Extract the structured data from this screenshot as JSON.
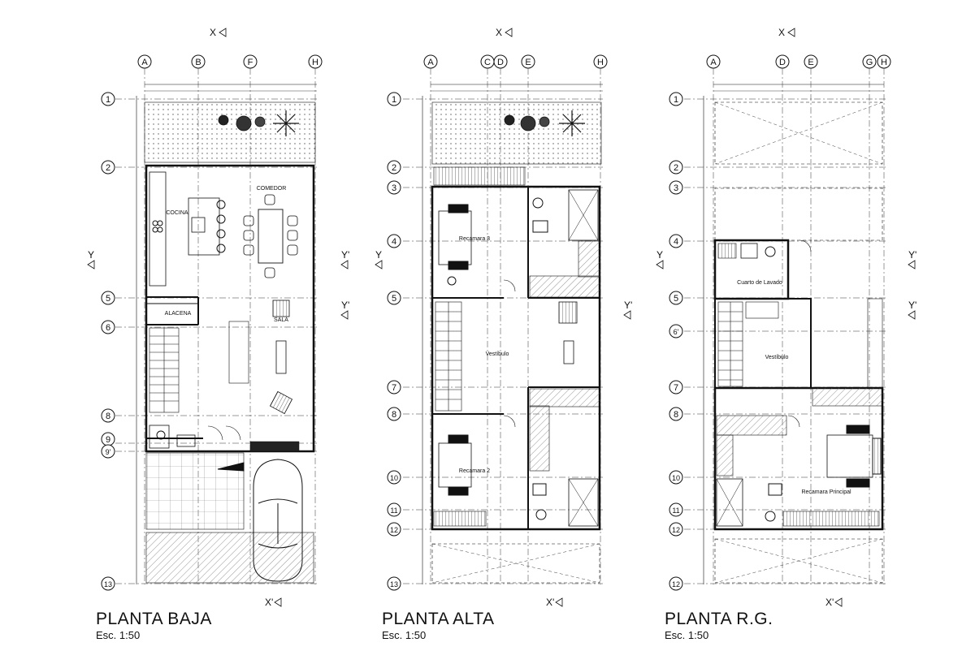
{
  "plans": [
    {
      "title": "PLANTA BAJA",
      "scale": "Esc. 1:50",
      "columns": [
        "A",
        "B",
        "F",
        "H"
      ],
      "rows": [
        "1",
        "2",
        "5",
        "6",
        "8",
        "9",
        "9'",
        "13"
      ],
      "section_marks": [
        "X",
        "X'",
        "Y",
        "Y'",
        "Y'"
      ],
      "rooms": [
        "COCINA",
        "COMEDOR",
        "ALACENA",
        "SALA"
      ]
    },
    {
      "title": "PLANTA ALTA",
      "scale": "Esc. 1:50",
      "columns": [
        "A",
        "C",
        "D",
        "E",
        "H"
      ],
      "rows": [
        "1",
        "2",
        "3",
        "4",
        "5",
        "7",
        "8",
        "10",
        "11",
        "12",
        "13"
      ],
      "section_marks": [
        "X",
        "X'",
        "Y",
        "Y'"
      ],
      "rooms": [
        "Recamara 3",
        "Vestíbulo",
        "Recamara 2"
      ]
    },
    {
      "title": "PLANTA R.G.",
      "scale": "Esc. 1:50",
      "columns": [
        "A",
        "D",
        "E",
        "G",
        "H"
      ],
      "rows": [
        "1",
        "2",
        "3",
        "4",
        "5",
        "6'",
        "7",
        "8",
        "10",
        "11",
        "12",
        "12"
      ],
      "section_marks": [
        "X",
        "X'",
        "Y",
        "Y'",
        "Y'"
      ],
      "rooms": [
        "Cuarto de Lavado",
        "Vestíbulo",
        "Recamara Principal"
      ]
    }
  ]
}
